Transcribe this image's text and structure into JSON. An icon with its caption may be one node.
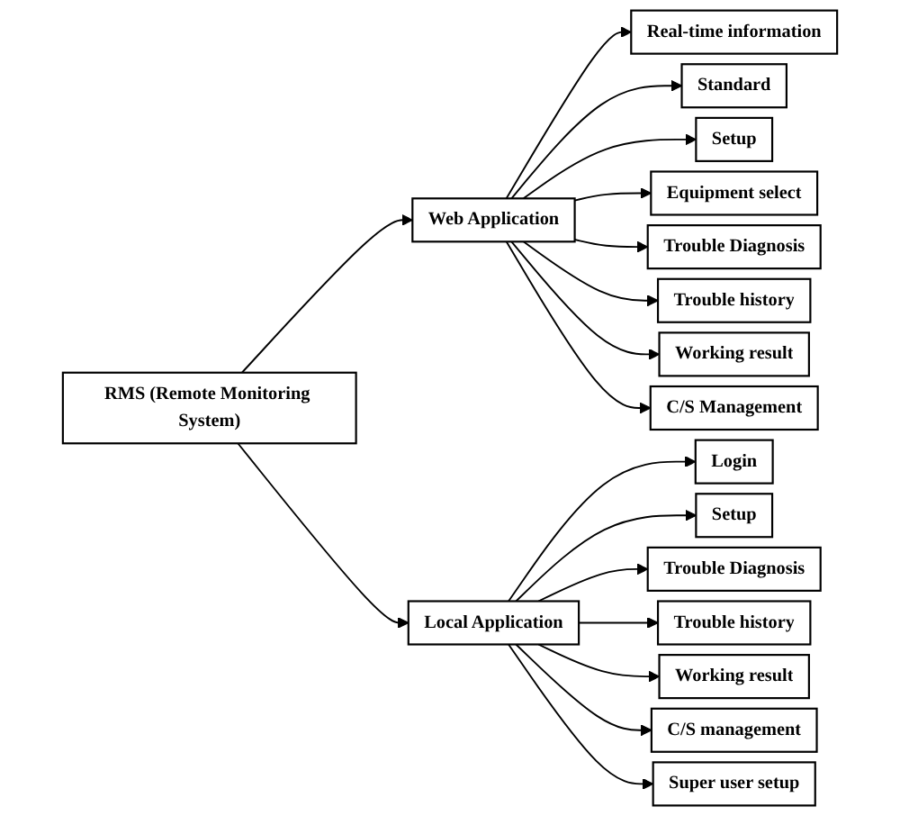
{
  "diagram": {
    "nodes": [
      {
        "text": [
          "RMS (Remote Monitoring System)"
        ]
      },
      {
        "text": [
          "Web Application"
        ]
      },
      {
        "text": [
          "Local Application"
        ]
      },
      {
        "text": [
          "Real-time information"
        ]
      },
      {
        "text": [
          "Standard"
        ]
      },
      {
        "text": [
          "Setup"
        ]
      },
      {
        "text": [
          "Equipment select"
        ]
      },
      {
        "text": [
          "Trouble Diagnosis"
        ]
      },
      {
        "text": [
          "Trouble history"
        ]
      },
      {
        "text": [
          "Working result"
        ]
      },
      {
        "text": [
          "C/S Management"
        ]
      },
      {
        "text": [
          "Login"
        ]
      },
      {
        "text": [
          "Setup"
        ]
      },
      {
        "text": [
          "Trouble Diagnosis"
        ]
      },
      {
        "text": [
          "Trouble history"
        ]
      },
      {
        "text": [
          "Working result"
        ]
      },
      {
        "text": [
          "C/S management"
        ]
      },
      {
        "text": [
          "Super user setup"
        ]
      }
    ],
    "edges": [
      {
        "from": 0,
        "to": 1,
        "arrow": "to"
      },
      {
        "from": 0,
        "to": 2,
        "arrow": "to"
      },
      {
        "from": 1,
        "to": 3,
        "arrow": "to"
      },
      {
        "from": 1,
        "to": 4,
        "arrow": "to"
      },
      {
        "from": 1,
        "to": 5,
        "arrow": "to"
      },
      {
        "from": 1,
        "to": 6,
        "arrow": "to"
      },
      {
        "from": 1,
        "to": 7,
        "arrow": "to"
      },
      {
        "from": 1,
        "to": 8,
        "arrow": "to"
      },
      {
        "from": 1,
        "to": 9,
        "arrow": "to"
      },
      {
        "from": 1,
        "to": 10,
        "arrow": "to"
      },
      {
        "from": 2,
        "to": 11,
        "arrow": "to"
      },
      {
        "from": 2,
        "to": 12,
        "arrow": "to"
      },
      {
        "from": 2,
        "to": 13,
        "arrow": "to"
      },
      {
        "from": 2,
        "to": 14,
        "arrow": "to"
      },
      {
        "from": 2,
        "to": 15,
        "arrow": "to"
      },
      {
        "from": 2,
        "to": 16,
        "arrow": "to"
      },
      {
        "from": 2,
        "to": 17,
        "arrow": "to"
      }
    ]
  }
}
